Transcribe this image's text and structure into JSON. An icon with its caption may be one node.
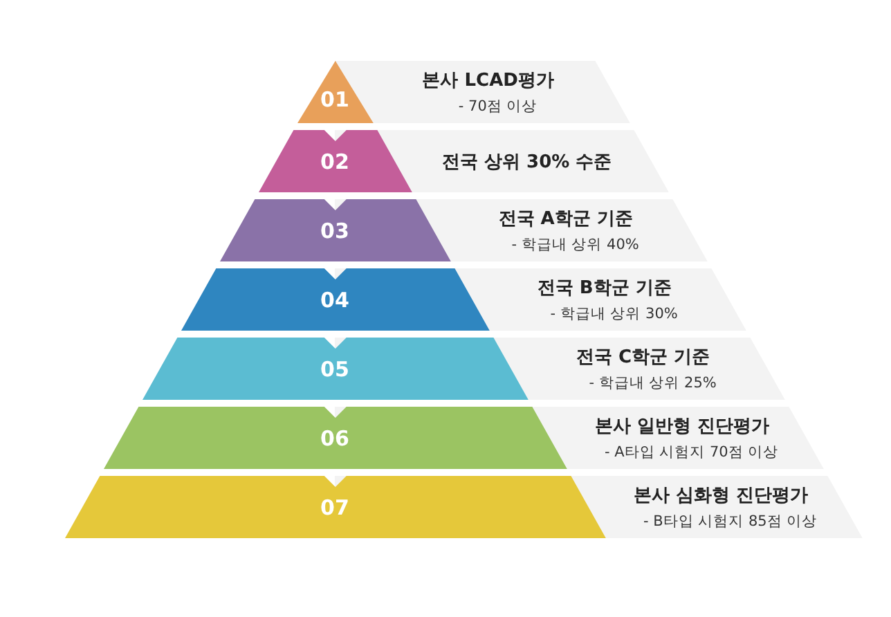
{
  "diagram": {
    "nodes": [
      {
        "text": [
          "01"
        ]
      },
      {
        "text": [
          "본사 LCAD평가",
          "- 70점 이상"
        ]
      },
      {
        "text": [
          "02"
        ]
      },
      {
        "text": [
          "전국 상위 30% 수준"
        ]
      },
      {
        "text": [
          "03"
        ]
      },
      {
        "text": [
          "전국 A학군 기준",
          "- 학급내 상위 40%"
        ]
      },
      {
        "text": [
          "04"
        ]
      },
      {
        "text": [
          "전국 B학군 기준",
          "- 학급내 상위 30%"
        ]
      },
      {
        "text": [
          "05"
        ]
      },
      {
        "text": [
          "전국 C학군 기준",
          "- 학급내 상위 25%"
        ]
      },
      {
        "text": [
          "06"
        ]
      },
      {
        "text": [
          "본사 일반형 진단평가",
          "- A타입 시험지 70점 이상"
        ]
      },
      {
        "text": [
          "07"
        ]
      },
      {
        "text": [
          "본사 심화형 진단평가",
          "- B타입 시험지 85점 이상"
        ]
      }
    ]
  }
}
